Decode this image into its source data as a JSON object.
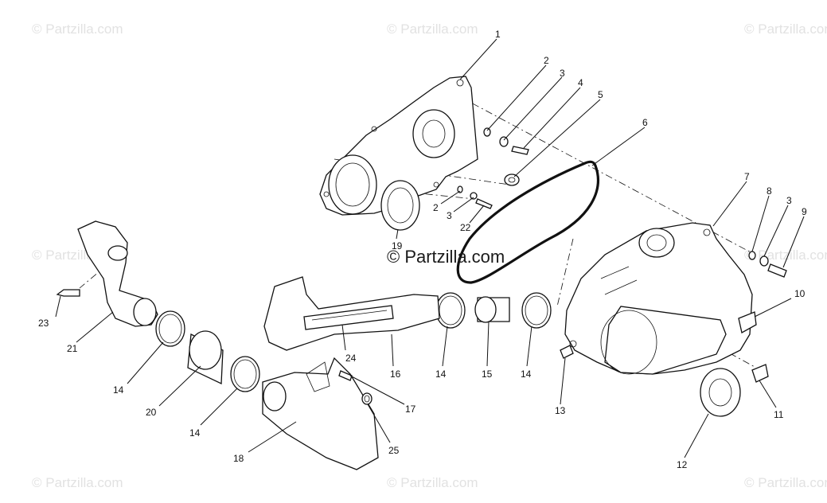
{
  "watermarks": {
    "corner_text": "© Partzilla.com",
    "center_text": "© Partzilla.com"
  },
  "callouts": [
    "1",
    "2",
    "3",
    "4",
    "5",
    "6",
    "7",
    "8",
    "3",
    "9",
    "10",
    "2",
    "3",
    "22",
    "19",
    "23",
    "21",
    "14",
    "20",
    "14",
    "18",
    "24",
    "16",
    "17",
    "25",
    "14",
    "15",
    "14",
    "13",
    "12",
    "11"
  ]
}
